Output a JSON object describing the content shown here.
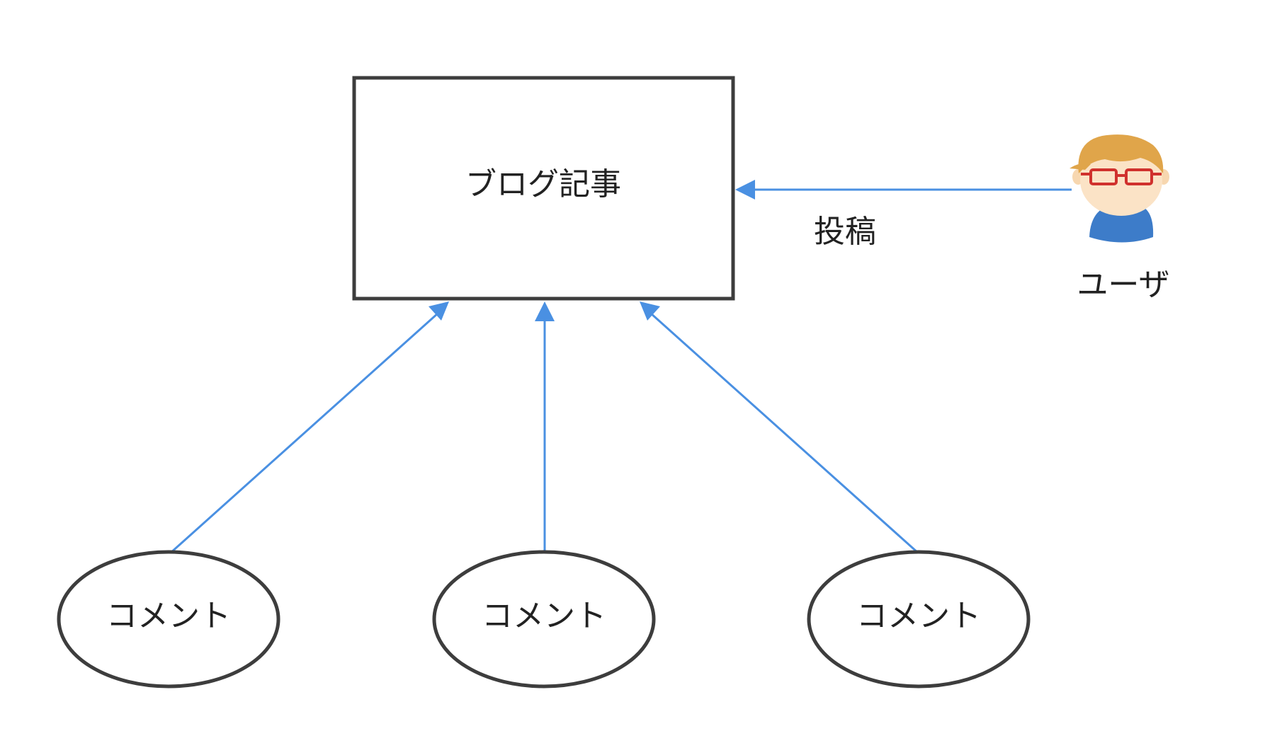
{
  "diagram": {
    "nodes": {
      "article": {
        "label": "ブログ記事"
      },
      "user": {
        "label": "ユーザ"
      },
      "comment1": {
        "label": "コメント"
      },
      "comment2": {
        "label": "コメント"
      },
      "comment3": {
        "label": "コメント"
      }
    },
    "edges": {
      "post": {
        "label": "投稿"
      }
    },
    "colors": {
      "stroke": "#3d3d3d",
      "arrow": "#4a90e2",
      "text": "#222222",
      "user_hair": "#e0a54a",
      "user_glasses": "#d0312d",
      "user_body": "#3d7cc9"
    }
  }
}
